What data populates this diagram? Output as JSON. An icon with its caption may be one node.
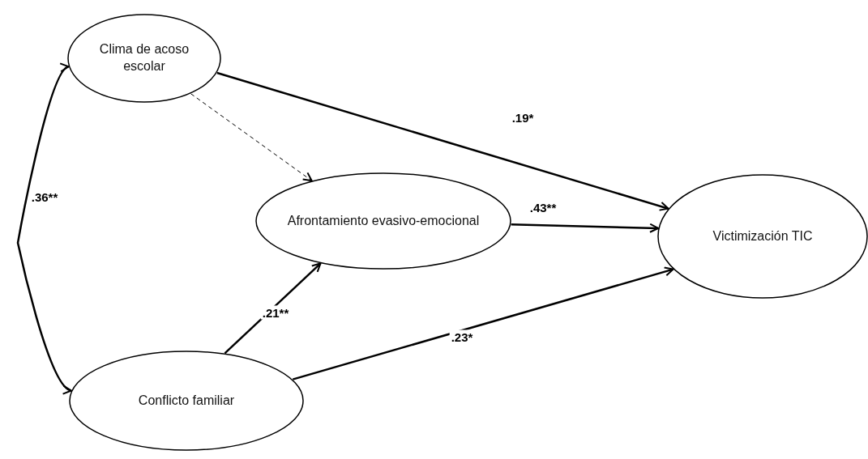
{
  "diagram": {
    "nodes": [
      {
        "text": [
          "Clima de acoso escolar"
        ]
      },
      {
        "text": [
          "Afrontamiento evasivo-emocional"
        ]
      },
      {
        "text": [
          "Victimización TIC"
        ]
      },
      {
        "text": [
          "Conflicto familiar"
        ]
      }
    ],
    "edges": [
      {
        "from": 0,
        "to": 2,
        "arrow": "to",
        "label": ".19*"
      },
      {
        "from": 0,
        "to": 1,
        "arrow": "to",
        "style": "dashed"
      },
      {
        "from": 1,
        "to": 2,
        "arrow": "to",
        "label": ".43**"
      },
      {
        "from": 3,
        "to": 1,
        "arrow": "to",
        "label": ".21**"
      },
      {
        "from": 3,
        "to": 2,
        "arrow": "to",
        "label": ".23*"
      },
      {
        "from": 3,
        "to": 0,
        "arrow": "both",
        "label": ".36**"
      }
    ]
  }
}
